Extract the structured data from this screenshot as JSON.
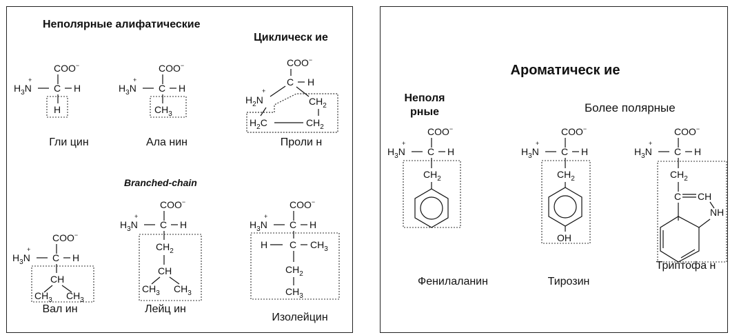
{
  "left_panel": {
    "title_nonpolar_aliphatic": "Неполярные алифатические",
    "title_cyclic": "Циклическ ие",
    "title_branched": "Branched-chain",
    "names": {
      "glycine": "Гли цин",
      "alanine": "Ала нин",
      "proline": "Проли н",
      "valine": "Вал ин",
      "leucine": "Лейц ин",
      "isoleucine": "Изолейцин"
    }
  },
  "right_panel": {
    "title_aromatic": "Ароматическ ие",
    "title_nonpolar": "Неполя рные",
    "title_more_polar": "Более полярные",
    "names": {
      "phenylalanine": "Фенилаланин",
      "tyrosine": "Тирозин",
      "tryptophan": "Триптофа н"
    }
  },
  "chem_labels": {
    "coo": "COO",
    "minus": "−",
    "h3n": "H",
    "n": "N",
    "c": "C",
    "h": "H",
    "ch": "CH",
    "ch2": "CH",
    "ch3": "CH",
    "oh": "OH",
    "nh": "NH",
    "h2n": "H",
    "h2c": "H",
    "three": "3",
    "two": "2",
    "plus": "+"
  }
}
